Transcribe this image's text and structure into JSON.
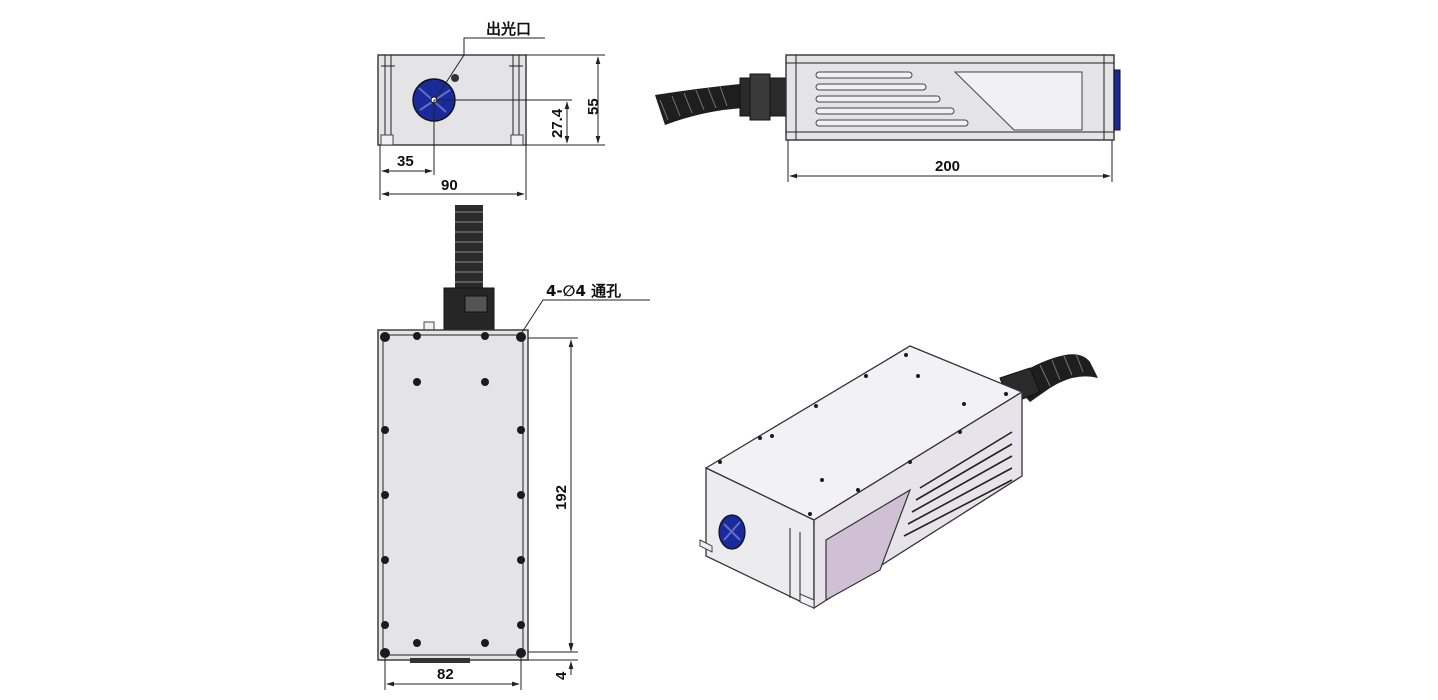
{
  "labels": {
    "light_outlet": "出光口",
    "hole_spec": "4-∅4 通孔"
  },
  "dimensions": {
    "front_height": "55",
    "front_beam_height": "27.4",
    "front_offset": "35",
    "front_width": "90",
    "side_length": "200",
    "top_length": "192",
    "top_width": "82",
    "top_flange": "4"
  },
  "colors": {
    "outlet": "#1a2a9a",
    "panel_iso": "#cfc0d6",
    "body": "#e4e4e6"
  }
}
